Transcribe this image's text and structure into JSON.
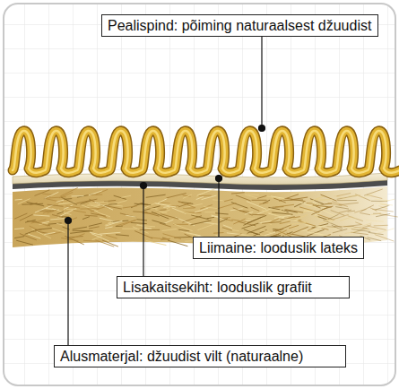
{
  "diagram": {
    "nodes": [
      {
        "text": [
          "Pealispind: põiming naturaalsest džuudist"
        ]
      },
      {
        "text": [
          "Liimaine: looduslik lateks"
        ]
      },
      {
        "text": [
          "Lisakaitsekiht: looduslik grafiit"
        ]
      },
      {
        "text": [
          "Alusmaterjal: džuudist vilt (naturaalne)"
        ]
      }
    ]
  }
}
